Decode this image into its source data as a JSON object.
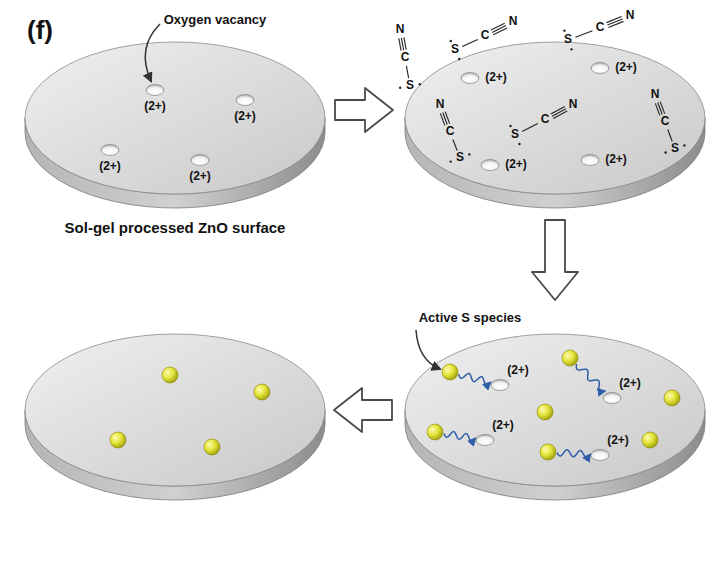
{
  "diagram": {
    "labels": [
      "(f)",
      "Oxygen vacancy",
      "(2+)",
      "(2+)",
      "(2+)",
      "(2+)",
      "Sol-gel processed ZnO surface",
      "S",
      "C",
      "N",
      "S",
      "C",
      "N",
      "S",
      "C",
      "N",
      "S",
      "C",
      "N",
      "S",
      "C",
      "N",
      "S",
      "C",
      "N",
      "(2+)",
      "(2+)",
      "(2+)",
      "(2+)",
      "Active S species",
      "(2+)",
      "(2+)",
      "(2+)",
      "(2+)"
    ]
  }
}
